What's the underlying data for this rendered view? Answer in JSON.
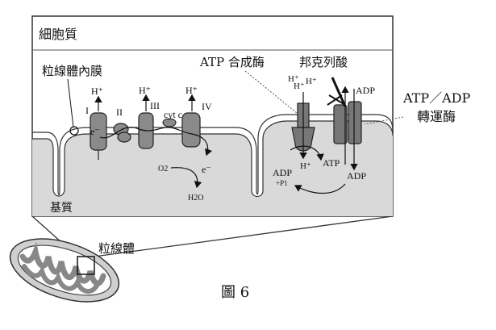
{
  "labels": {
    "cytoplasm": "細胞質",
    "inner_membrane": "粒線體內膜",
    "atp_synthase": "ATP 合成酶",
    "bongkrekic_acid": "邦克列酸",
    "atp_adp_translocase_1": "ATP／ADP",
    "atp_adp_translocase_2": "轉運酶",
    "matrix": "基質",
    "mitochondrion": "粒線體",
    "figure_caption": "圖 6"
  },
  "complexes": {
    "c1": "I",
    "c2": "II",
    "c3": "III",
    "cytc": "cyt c",
    "c4": "IV"
  },
  "chem": {
    "h_plus": "H⁺",
    "h_plus_trio_1": "H⁺",
    "h_plus_trio_2": "H⁺",
    "h_plus_trio_3": "H⁺",
    "e_minus": "e⁻",
    "o2": "O2",
    "h2o": "H2O",
    "adp": "ADP",
    "atp": "ATP",
    "pi": "+P1"
  }
}
